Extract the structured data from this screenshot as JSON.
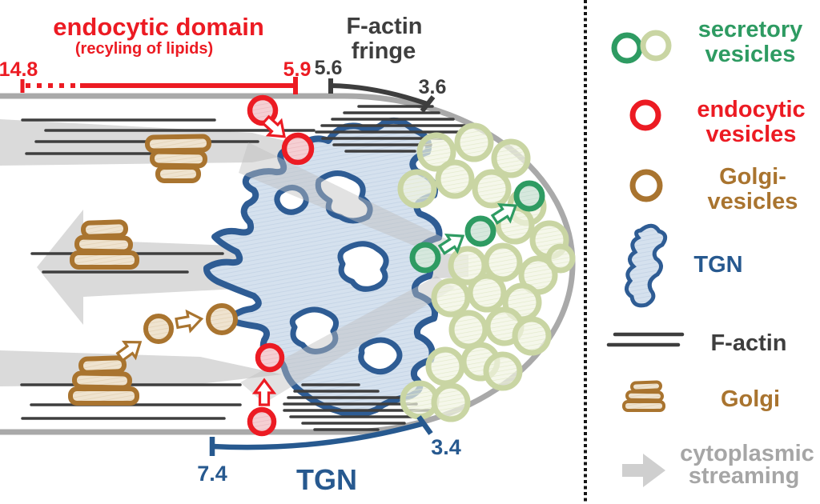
{
  "figure": {
    "description": "Diagram of vesicle trafficking at a growing cell tip with legend panel"
  },
  "annotations": {
    "endocytic_domain": {
      "title": "endocytic domain",
      "subtitle": "(recyling of lipids)",
      "left_value": "14.8",
      "right_value": "5.9"
    },
    "factin_fringe": {
      "line1": "F-actin",
      "line2": "fringe",
      "left_value": "5.6",
      "right_value": "3.6"
    },
    "tgn": {
      "label": "TGN",
      "left_value": "7.4",
      "right_value": "3.4"
    }
  },
  "legend": {
    "secretory": {
      "line1": "secretory",
      "line2": "vesicles"
    },
    "endocytic": {
      "line1": "endocytic",
      "line2": "vesicles"
    },
    "golgi_vesicles": {
      "line1": "Golgi-",
      "line2": "vesicles"
    },
    "tgn": {
      "label": "TGN"
    },
    "factin": {
      "label": "F-actin"
    },
    "golgi": {
      "label": "Golgi"
    },
    "streaming": {
      "line1": "cytoplasmic",
      "line2": "streaming"
    }
  },
  "colors": {
    "red": "#EC1B23",
    "pink_fill": "#F5CFD3",
    "dark": "#3E3E3E",
    "blue_outline": "#2E5C94",
    "blue_fill": "#D5E1EE",
    "blue_text": "#27598F",
    "green_dark": "#2E9B62",
    "green_dark_fill": "#D6E8DD",
    "green_light": "#C9D5A3",
    "green_light_fill": "#F1F4E2",
    "brown": "#A9742F",
    "tan_fill": "#EFE3CF",
    "membrane_gray": "#A9A9A9",
    "stream_gray": "#DADADA",
    "legend_arrow_gray": "#CFCFCF",
    "stream_text": "#A6A6A6"
  }
}
